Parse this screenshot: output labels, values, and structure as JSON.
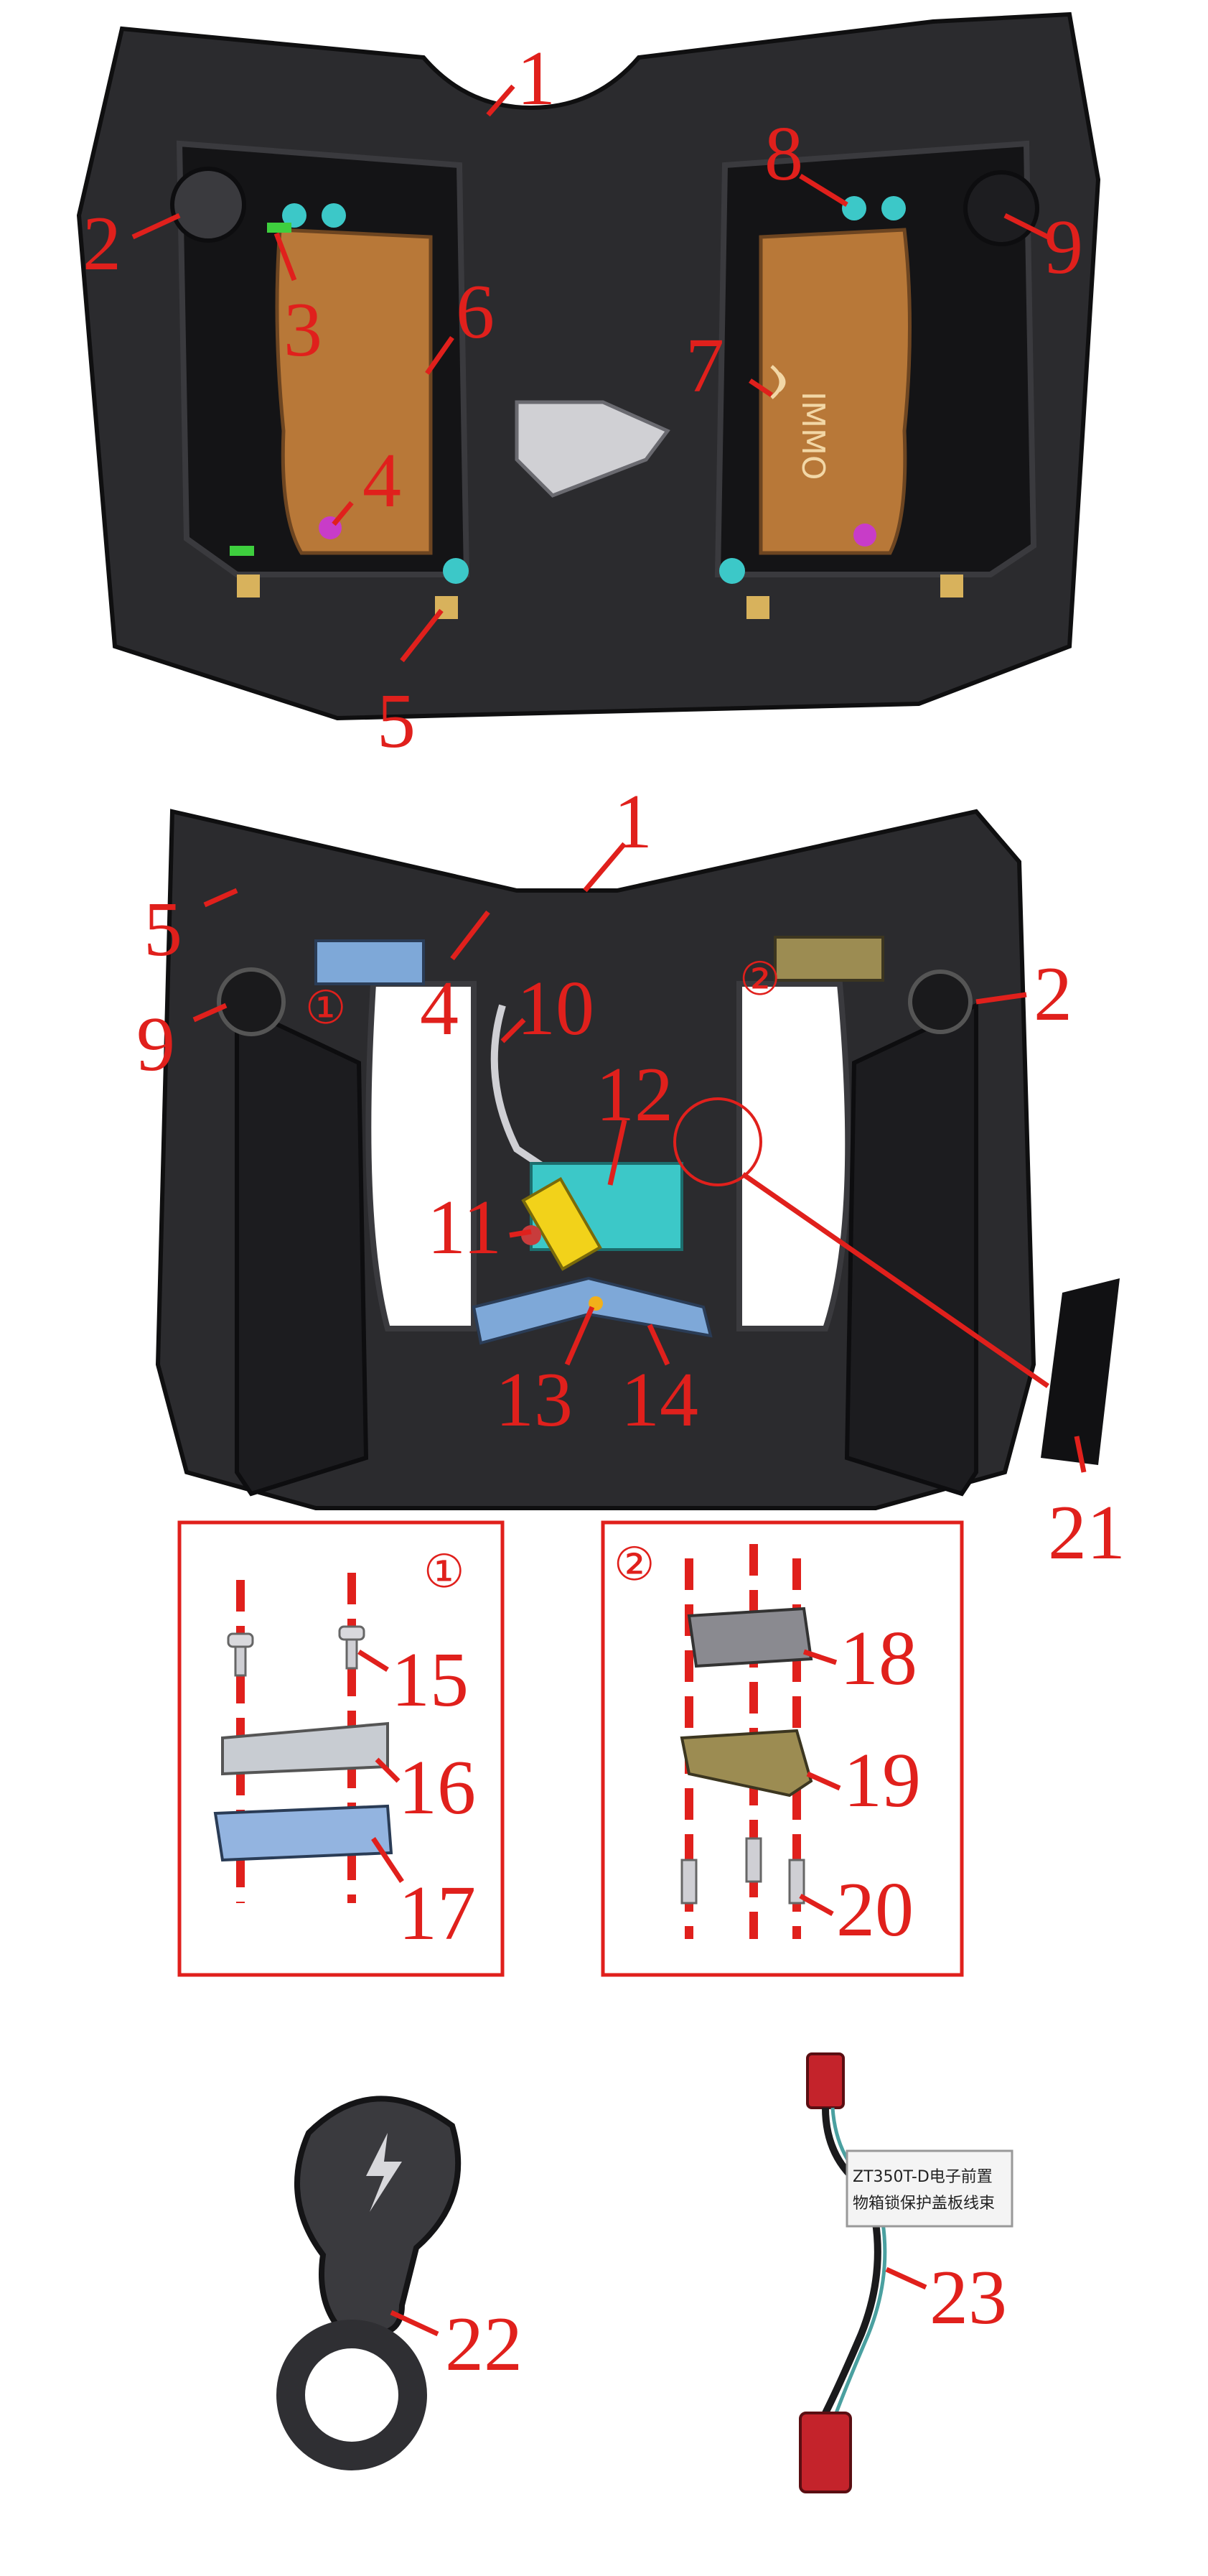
{
  "callouts": {
    "c1a": "1",
    "c2a": "2",
    "c3": "3",
    "c4a": "4",
    "c5a": "5",
    "c6": "6",
    "c7": "7",
    "c8": "8",
    "c9a": "9",
    "c1b": "1",
    "c5b": "5",
    "c9b": "9",
    "c4b": "4",
    "c10": "10",
    "c12": "12",
    "c2b": "2",
    "c11": "11",
    "c13": "13",
    "c14": "14",
    "c21": "21",
    "c15": "15",
    "c16": "16",
    "c17": "17",
    "c18": "18",
    "c19": "19",
    "c20": "20",
    "c22": "22",
    "c23": "23"
  },
  "circled": {
    "one": "①",
    "two": "②",
    "box_one": "①",
    "box_two": "②"
  },
  "printed_text": {
    "immo": "IMMO",
    "wire_tag_line1": "ZT350T-D电子前置",
    "wire_tag_line2": "物箱锁保护盖板线束"
  },
  "colors": {
    "callout": "#e0201c",
    "panel": "#2b2b2e",
    "panel_dark": "#141416",
    "insert": "#b87838",
    "bracket_teal": "#3cc8c8",
    "bracket_blue": "#7ea8d8",
    "module_yellow": "#f2d21a",
    "wire_red": "#c4232b"
  },
  "icons": [
    "screw-icon",
    "bolt-icon",
    "lightning-icon",
    "nfc-waves-icon"
  ]
}
